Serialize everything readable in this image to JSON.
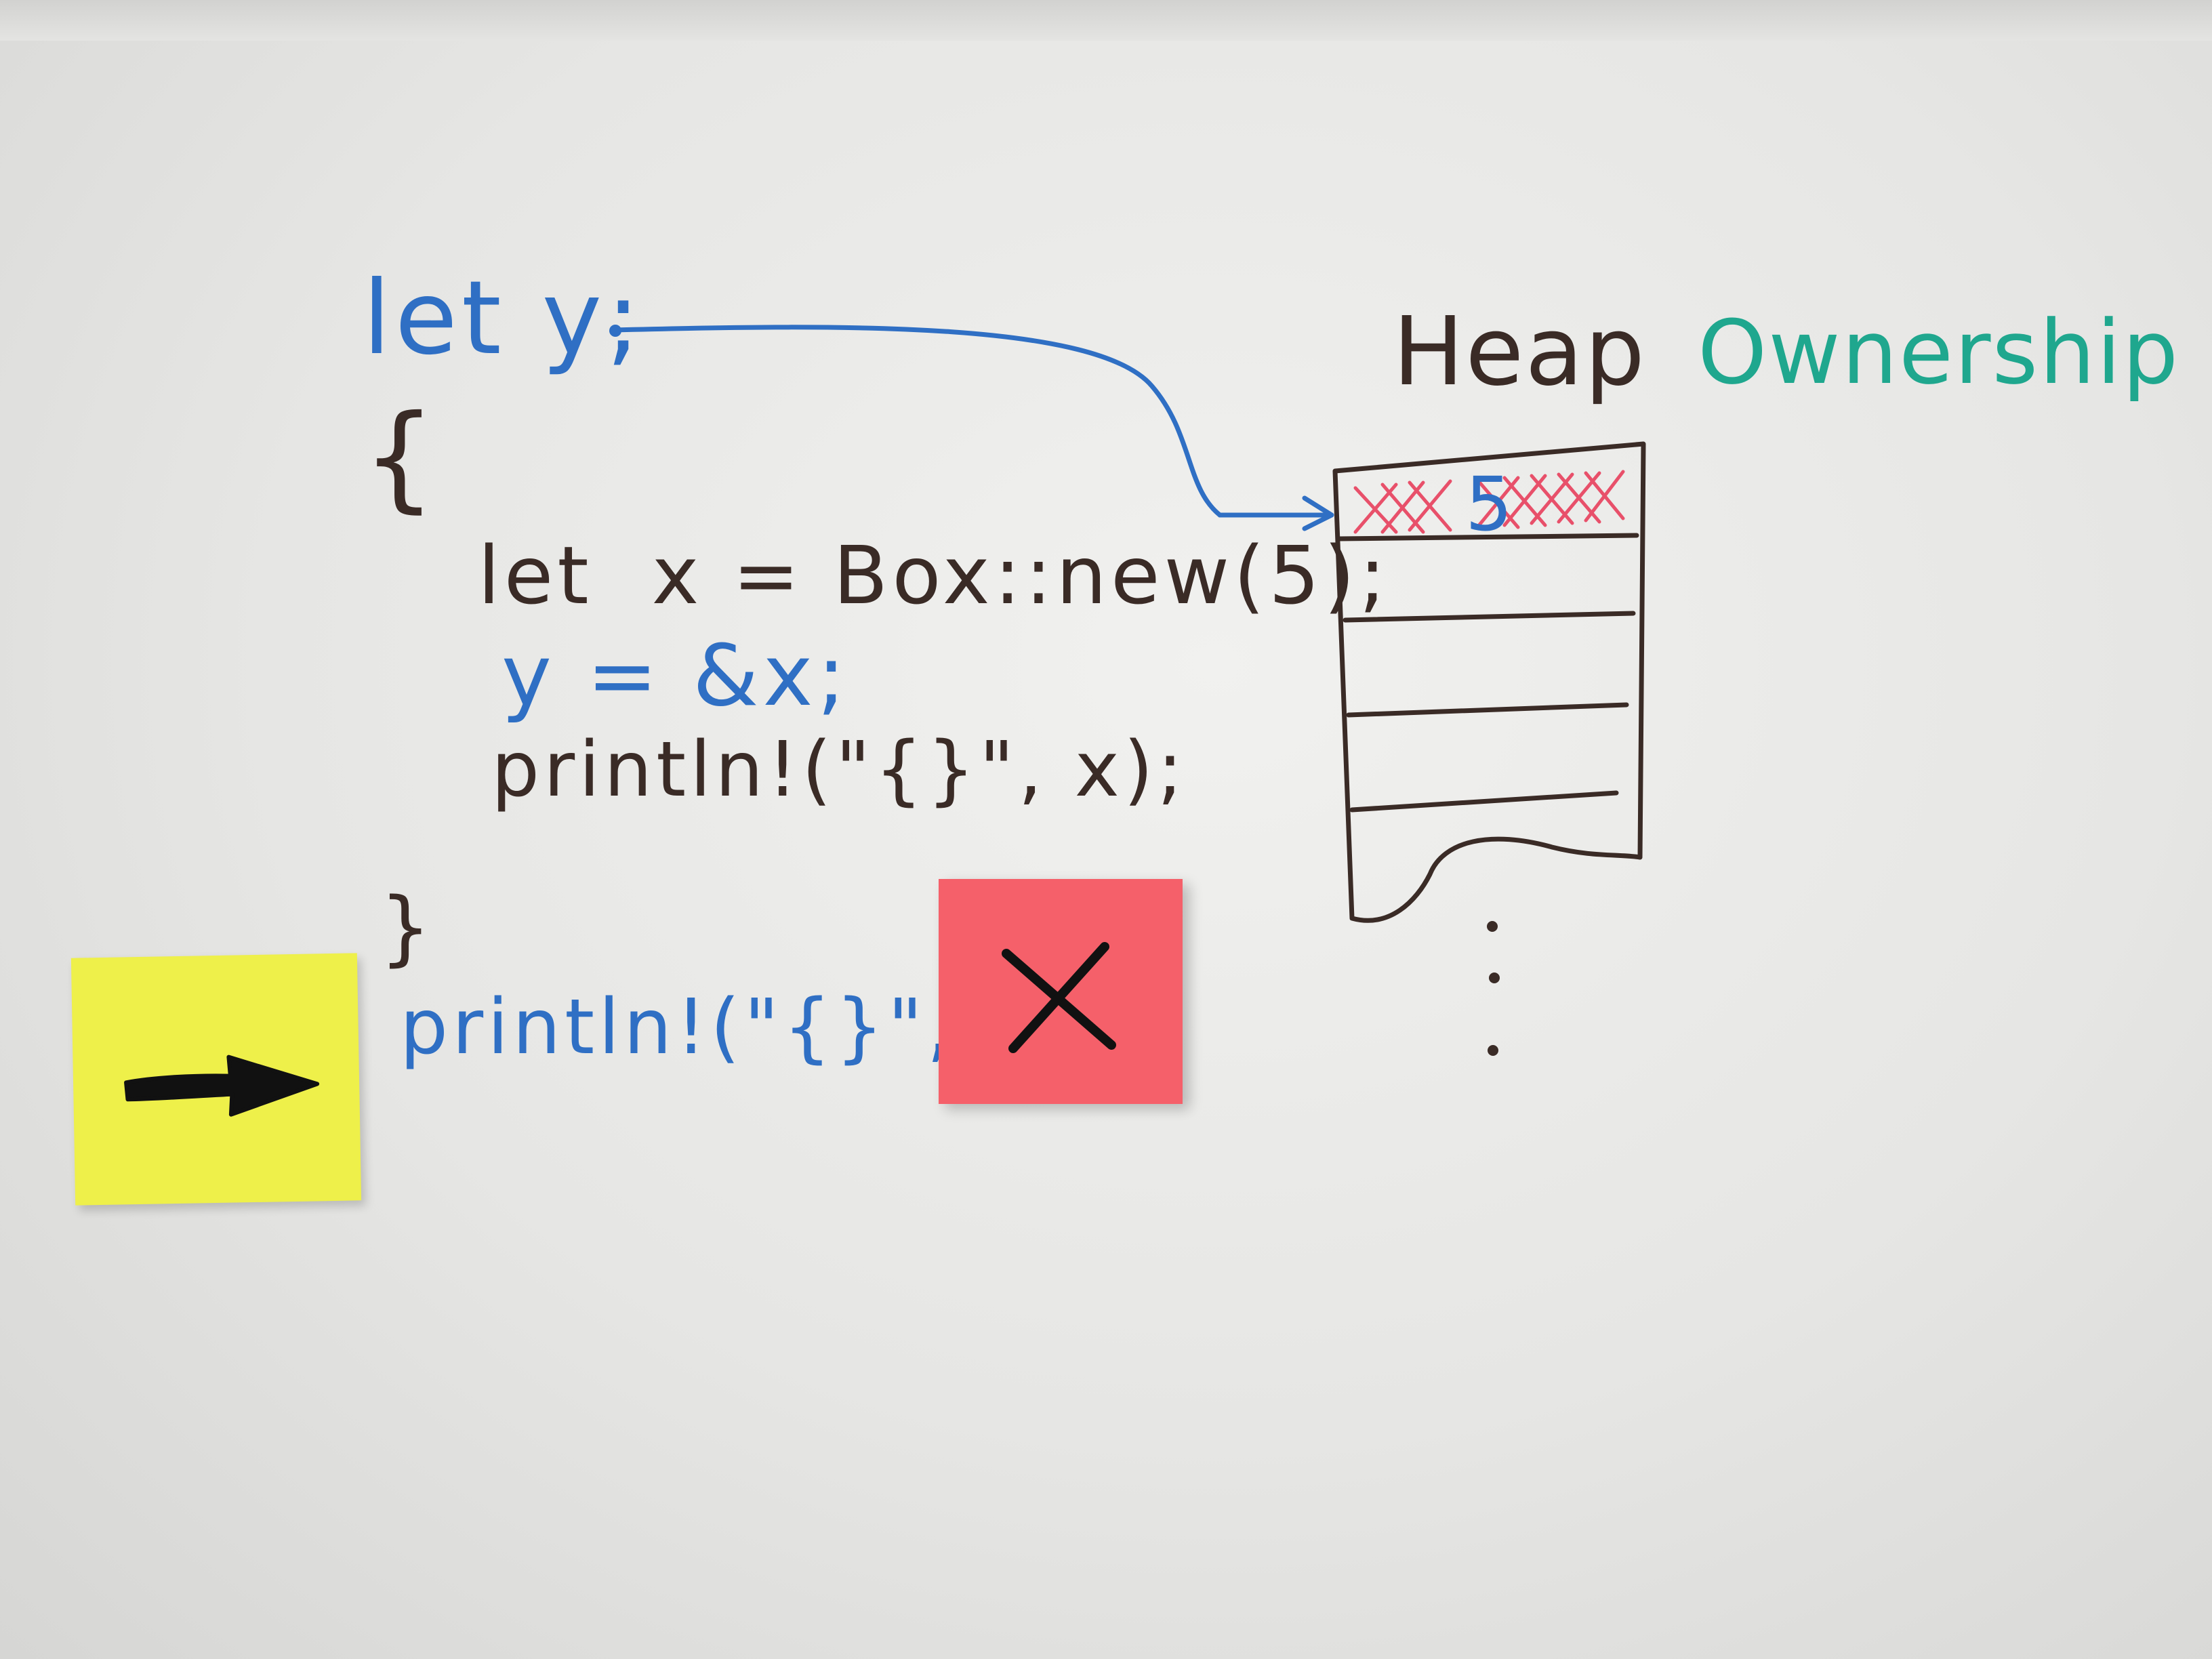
{
  "code": {
    "let_y": "let y;",
    "open_brace": "{",
    "let_x": "let  x = Box::new(5);",
    "y_assign": "y = &x;",
    "println_x": "println!(\"{}\", x);",
    "close_brace": "}",
    "println_y": "println!(\"{}\", y);"
  },
  "heap": {
    "title": "Heap",
    "cell_value": "5"
  },
  "topic": "Ownership",
  "colors": {
    "marker_blue": "#2f6fc4",
    "marker_dark": "#3a2b26",
    "marker_teal": "#1fa78e",
    "crosshatch_red": "#e8506a",
    "sticky_yellow": "#eef04a",
    "sticky_red": "#f5606a"
  },
  "icons": {
    "yellow_note": "arrow-right-icon",
    "red_note": "x-mark-icon"
  }
}
